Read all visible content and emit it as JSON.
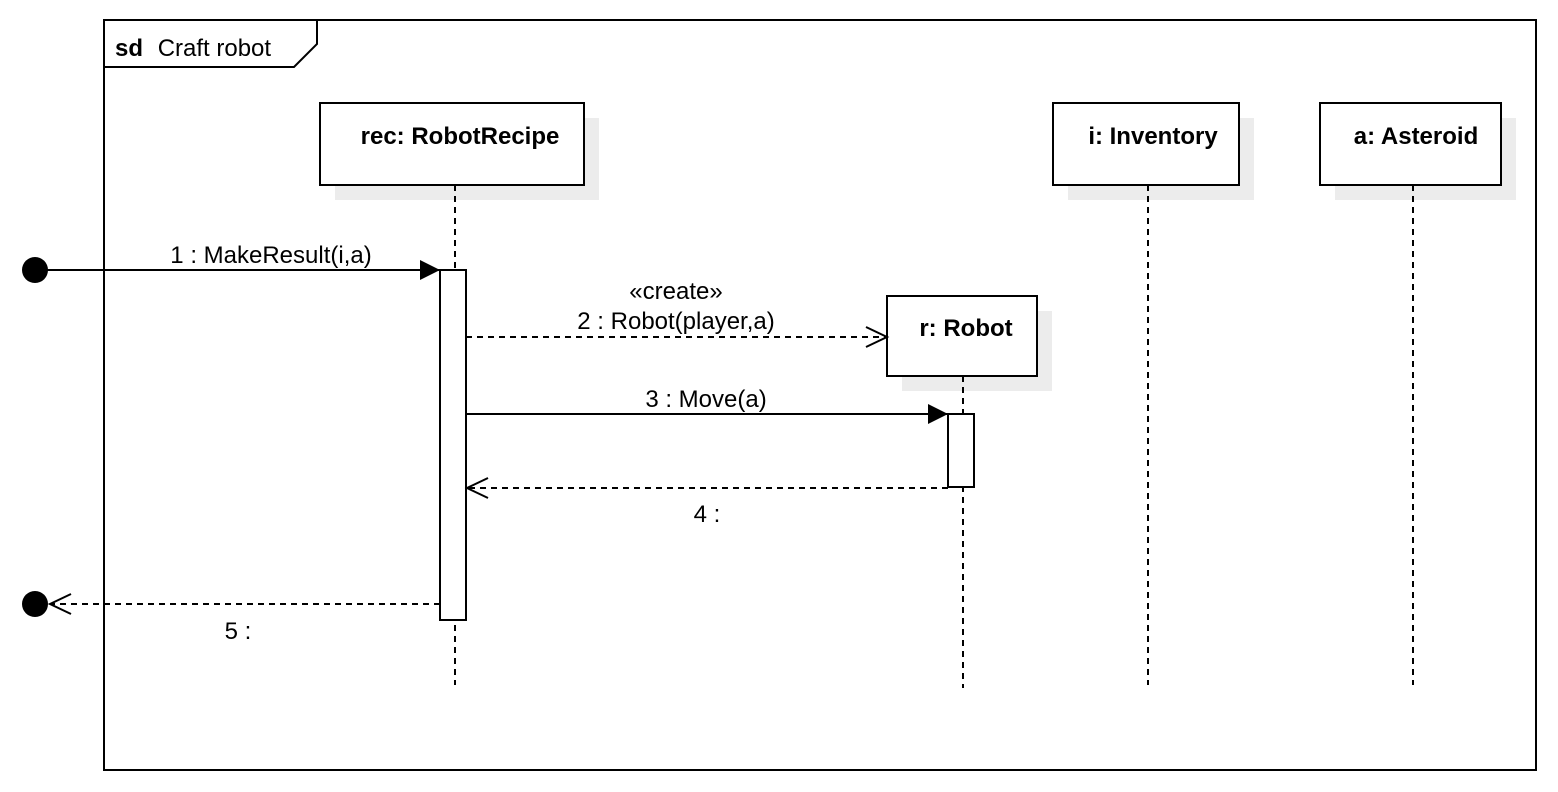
{
  "frame": {
    "keyword": "sd",
    "name": "Craft robot"
  },
  "lifelines": [
    {
      "id": "rec",
      "label": "rec: RobotRecipe"
    },
    {
      "id": "inv",
      "label": "i: Inventory"
    },
    {
      "id": "ast",
      "label": "a: Asteroid"
    },
    {
      "id": "robot",
      "label": "r: Robot"
    }
  ],
  "messages": [
    {
      "label": "1 : MakeResult(i,a)",
      "kind": "found-sync"
    },
    {
      "stereotype": "«create»",
      "label": "2 : Robot(player,a)",
      "kind": "create"
    },
    {
      "label": "3 : Move(a)",
      "kind": "sync"
    },
    {
      "label": "4 :",
      "kind": "reply"
    },
    {
      "label": "5 :",
      "kind": "lost-reply"
    }
  ],
  "colors": {
    "line": "#000000",
    "shadow": "#ececec",
    "fill": "#ffffff"
  }
}
